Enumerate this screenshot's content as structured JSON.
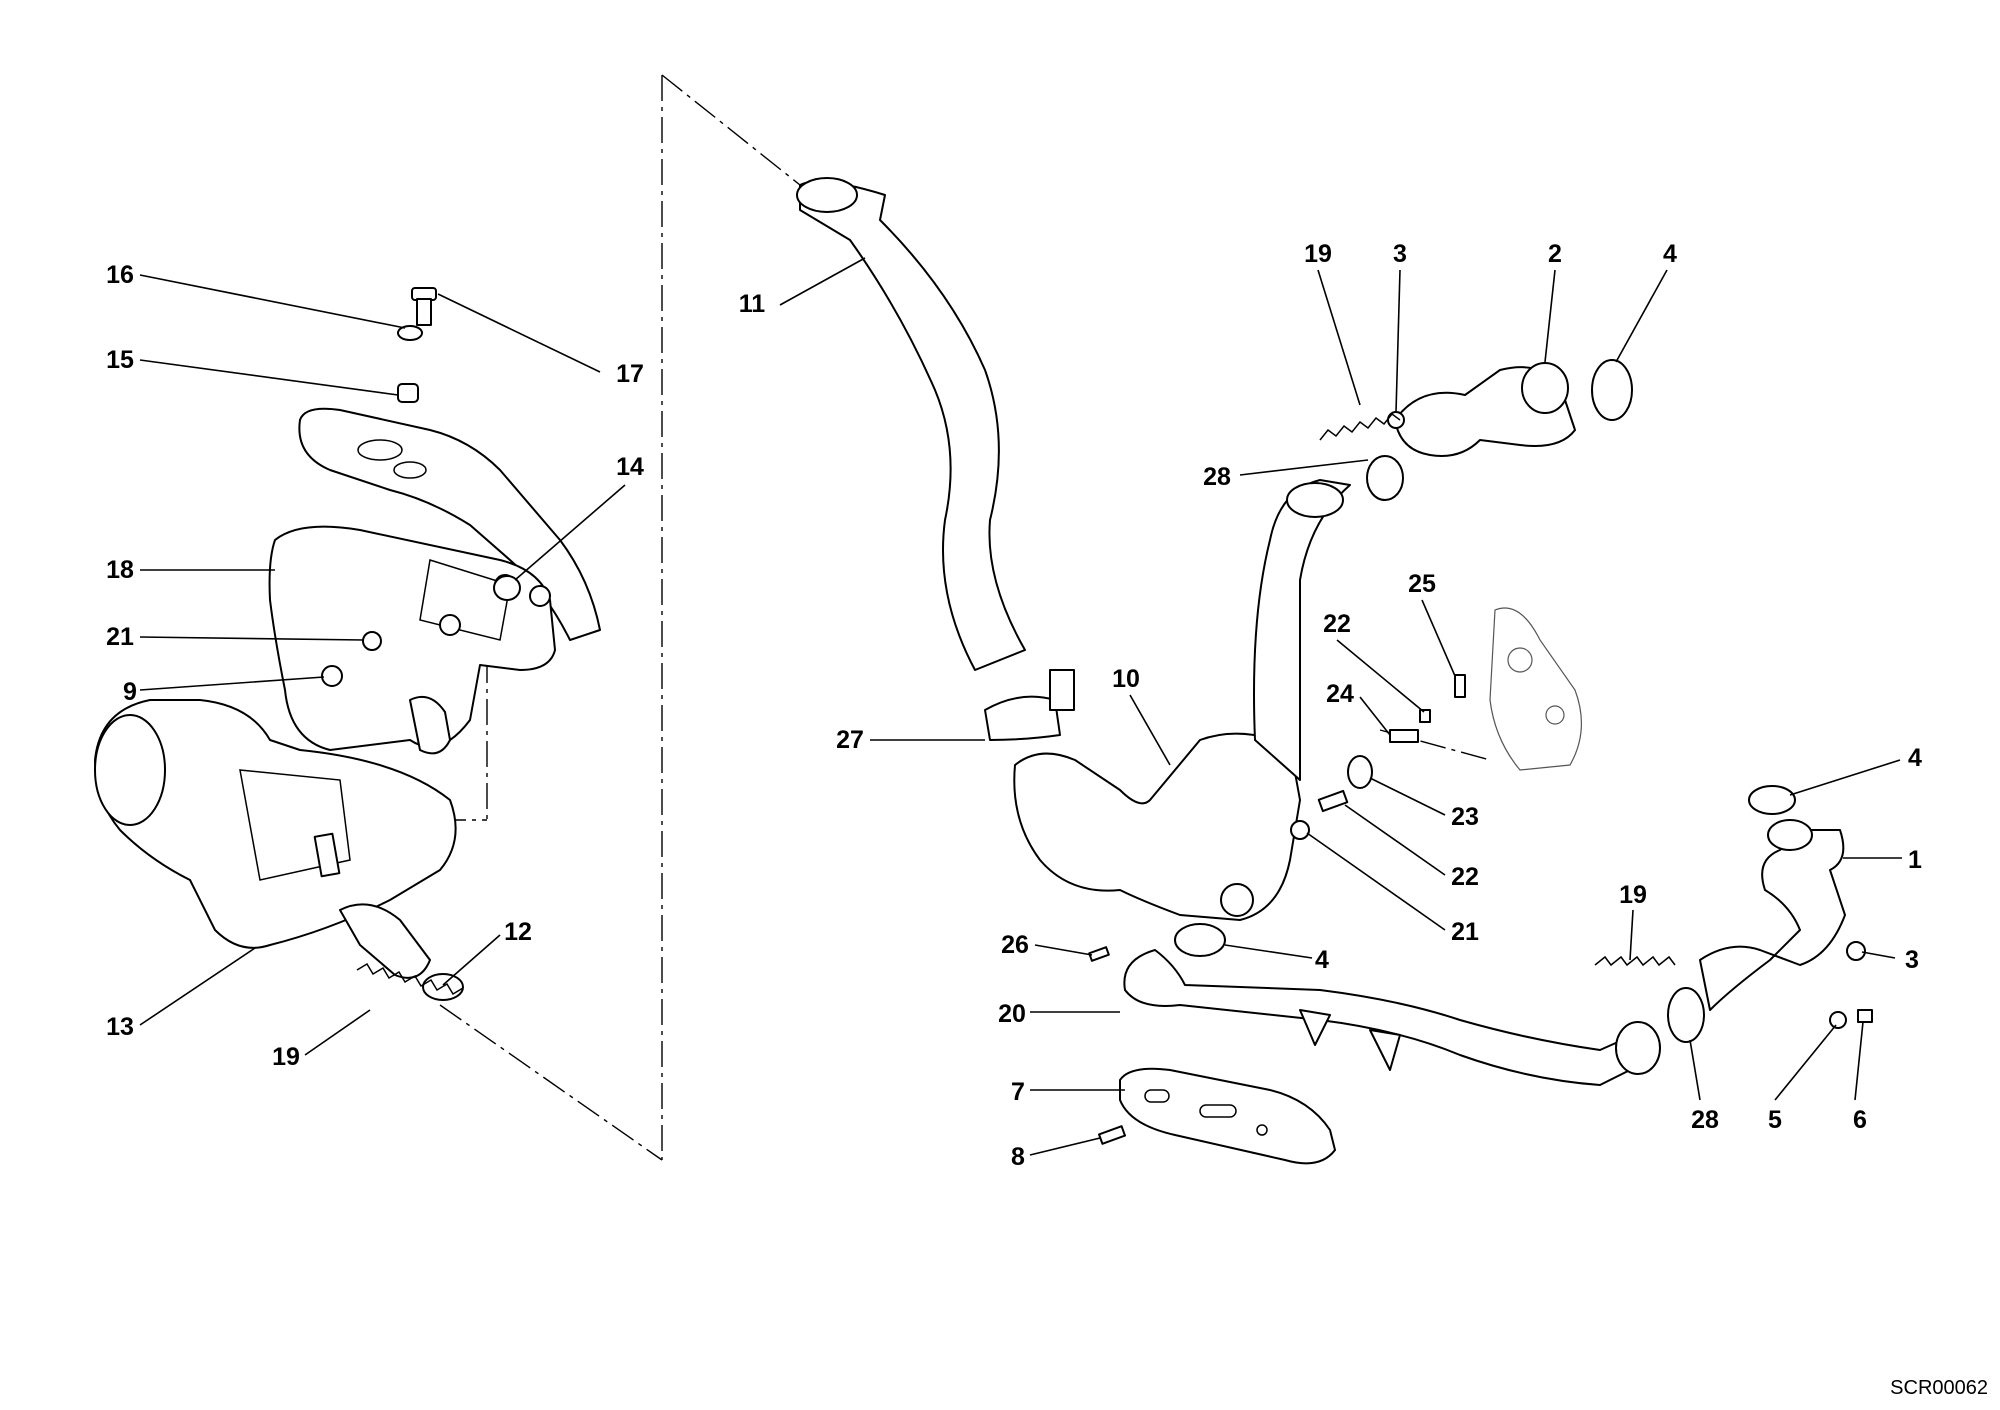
{
  "diagram": {
    "code": "SCR00062",
    "callouts": [
      {
        "id": "c16",
        "text": "16"
      },
      {
        "id": "c15",
        "text": "15"
      },
      {
        "id": "c17",
        "text": "17"
      },
      {
        "id": "c14",
        "text": "14"
      },
      {
        "id": "c18",
        "text": "18"
      },
      {
        "id": "c21a",
        "text": "21"
      },
      {
        "id": "c9",
        "text": "9"
      },
      {
        "id": "c12",
        "text": "12"
      },
      {
        "id": "c13",
        "text": "13"
      },
      {
        "id": "c19a",
        "text": "19"
      },
      {
        "id": "c11",
        "text": "11"
      },
      {
        "id": "c19b",
        "text": "19"
      },
      {
        "id": "c3a",
        "text": "3"
      },
      {
        "id": "c2",
        "text": "2"
      },
      {
        "id": "c4a",
        "text": "4"
      },
      {
        "id": "c28a",
        "text": "28"
      },
      {
        "id": "c25",
        "text": "25"
      },
      {
        "id": "c22a",
        "text": "22"
      },
      {
        "id": "c24",
        "text": "24"
      },
      {
        "id": "c10",
        "text": "10"
      },
      {
        "id": "c27",
        "text": "27"
      },
      {
        "id": "c23",
        "text": "23"
      },
      {
        "id": "c22b",
        "text": "22"
      },
      {
        "id": "c21b",
        "text": "21"
      },
      {
        "id": "c4b",
        "text": "4"
      },
      {
        "id": "c1",
        "text": "1"
      },
      {
        "id": "c26",
        "text": "26"
      },
      {
        "id": "c4c",
        "text": "4"
      },
      {
        "id": "c19c",
        "text": "19"
      },
      {
        "id": "c3b",
        "text": "3"
      },
      {
        "id": "c20",
        "text": "20"
      },
      {
        "id": "c7",
        "text": "7"
      },
      {
        "id": "c8",
        "text": "8"
      },
      {
        "id": "c28b",
        "text": "28"
      },
      {
        "id": "c5",
        "text": "5"
      },
      {
        "id": "c6",
        "text": "6"
      }
    ]
  }
}
